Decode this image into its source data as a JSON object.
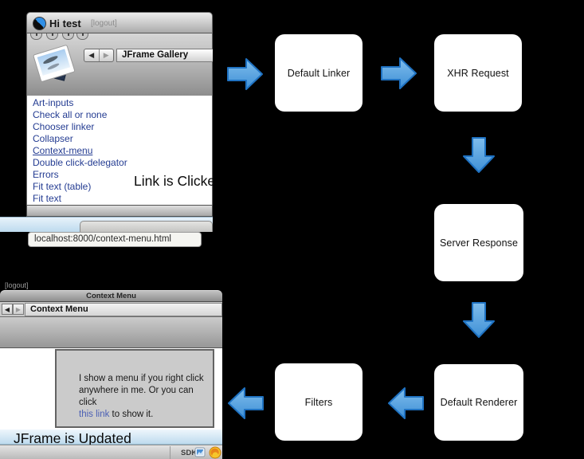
{
  "colors": {
    "arrow_fill_light": "#7fbdec",
    "arrow_fill_dark": "#3f90d6",
    "arrow_stroke": "#1f72c2",
    "list_link": "#243c92",
    "inline_link": "#4b5fb4",
    "background": "#000000"
  },
  "captions": {
    "link_clicked": "Link is Clicked",
    "jframe_updated": "JFrame is Updated"
  },
  "flow": {
    "boxes": [
      {
        "label": "Default Linker"
      },
      {
        "label": "XHR Request"
      },
      {
        "label": "Server Response"
      },
      {
        "label": "Default Renderer"
      },
      {
        "label": "Filters"
      }
    ]
  },
  "icons": {
    "back_glyph": "◀",
    "forward_glyph": "▶"
  },
  "browser_top": {
    "window_title": "Hi test",
    "logout_label": "[logout]",
    "nav_title": "JFrame Gallery",
    "links": [
      "Art-inputs",
      "Check all or none",
      "Chooser linker",
      "Collapser",
      "Context-menu",
      "Double click-delegator",
      "Errors",
      "Fit text (table)",
      "Fit text"
    ],
    "status_url": "localhost:8000/context-menu.html"
  },
  "browser_bottom": {
    "logout_label": "[logout]",
    "window_title": "Context Menu",
    "nav_title": "Context Menu",
    "panel": {
      "line1": "I show a menu if you right click",
      "line2": "anywhere in me. Or you can click",
      "link_text": "this link",
      "line3_rest": " to show it."
    },
    "sdk_label": "SDK"
  }
}
